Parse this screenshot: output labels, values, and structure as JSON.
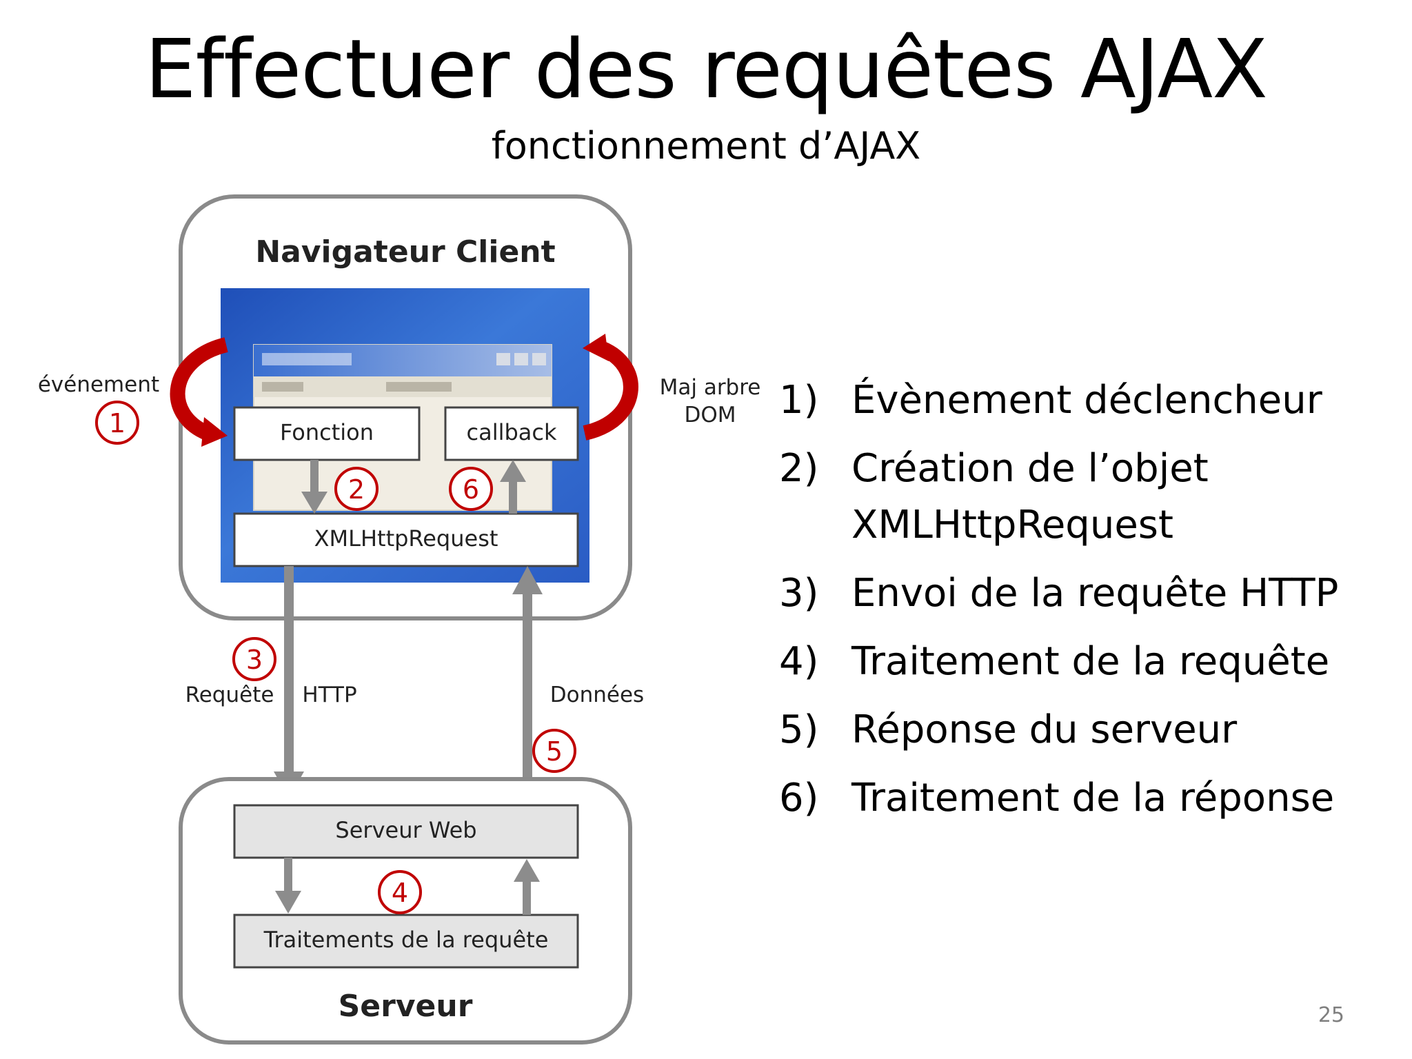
{
  "slide": {
    "title": "Effectuer des requêtes AJAX",
    "subtitle": "fonctionnement d’AJAX",
    "page_number": "25"
  },
  "diagram": {
    "client_title": "Navigateur Client",
    "server_title": "Serveur",
    "box_fonction": "Fonction",
    "box_callback": "callback",
    "box_xhr": "XMLHttpRequest",
    "box_server_web": "Serveur Web",
    "box_traitements": "Traitements de la requête",
    "label_evenement": "événement",
    "label_maj_line1": "Maj arbre",
    "label_maj_line2": "DOM",
    "label_requete": "Requête",
    "label_http": "HTTP",
    "label_donnees": "Données",
    "step_badges": [
      "1",
      "2",
      "3",
      "4",
      "5",
      "6"
    ],
    "colors": {
      "accent_red": "#c00000",
      "arrow_gray": "#8c8c8c",
      "frame_gray": "#8a8a8a",
      "screen_blue": "#2d5fc8"
    }
  },
  "steps": [
    {
      "num": "1)",
      "text": "Évènement déclencheur"
    },
    {
      "num": "2)",
      "text": "Création de l’objet XMLHttpRequest"
    },
    {
      "num": "3)",
      "text": "Envoi de la requête HTTP"
    },
    {
      "num": "4)",
      "text": "Traitement de la requête"
    },
    {
      "num": "5)",
      "text": "Réponse du serveur"
    },
    {
      "num": "6)",
      "text": "Traitement de la réponse"
    }
  ]
}
